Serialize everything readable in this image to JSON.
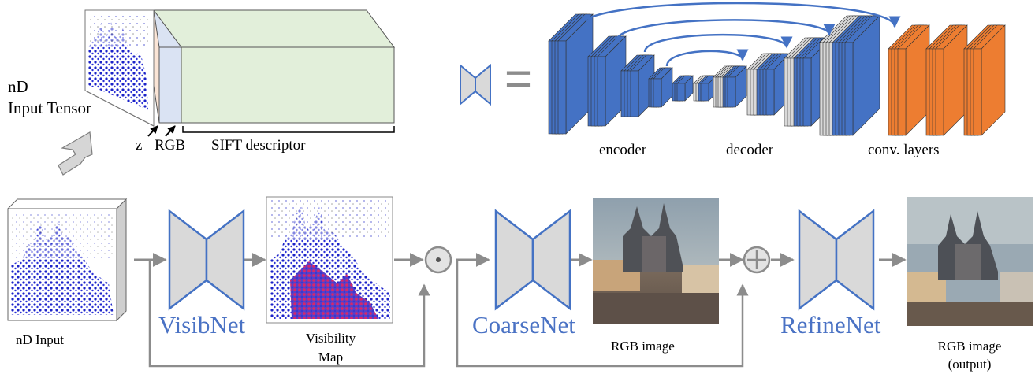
{
  "tensor": {
    "title_line1": "nD",
    "title_line2": "Input Tensor",
    "label_z": "z",
    "label_rgb": "RGB",
    "label_sift": "SIFT descriptor"
  },
  "architecture": {
    "equals": "=",
    "encoder_label": "encoder",
    "decoder_label": "decoder",
    "conv_label": "conv. layers"
  },
  "pipeline": {
    "input_label": "nD Input",
    "visibnet_label": "VisibNet",
    "visibility_map_line1": "Visibility",
    "visibility_map_line2": "Map",
    "coarsenet_label": "CoarseNet",
    "rgb_image_label": "RGB image",
    "refinenet_label": "RefineNet",
    "output_line1": "RGB image",
    "output_line2": "(output)"
  },
  "colors": {
    "net_blue": "#4a72c4",
    "layer_blue": "#4472c4",
    "layer_orange": "#ed7d31",
    "layer_gray": "#d9d9d9",
    "arrow_gray": "#8c8c8c",
    "sift_green": "#e2efda",
    "rgb_blue": "#dae3f3",
    "z_pink": "#fbe5d6"
  }
}
